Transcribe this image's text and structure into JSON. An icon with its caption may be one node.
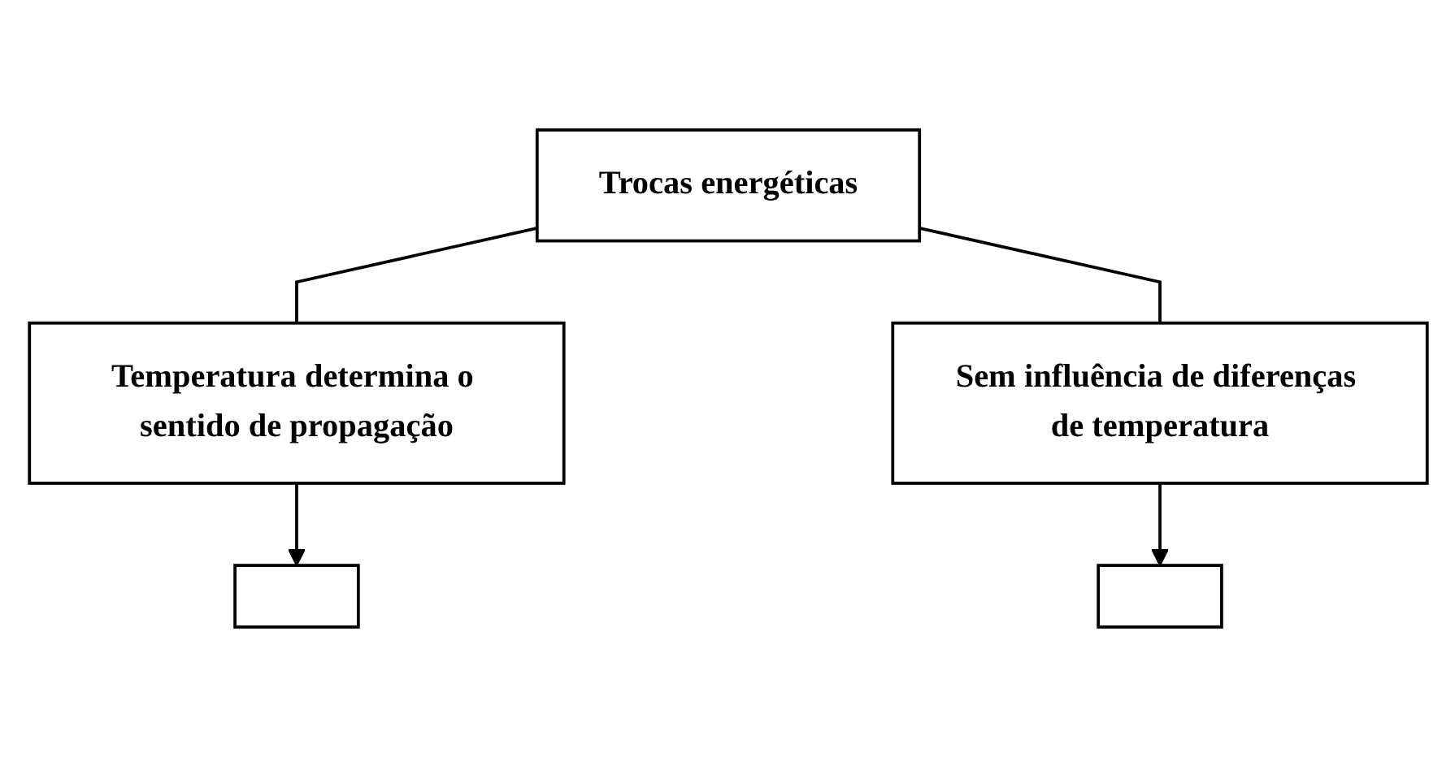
{
  "diagram": {
    "nodes": [
      {
        "text": [
          "Trocas energéticas"
        ]
      },
      {
        "text": [
          "Temperatura determina o sentido de propagação"
        ]
      },
      {
        "text": [
          "Sem influência de diferenças de temperatura"
        ]
      },
      {
        "text": [],
        "shape": "box"
      },
      {
        "text": [],
        "shape": "box"
      }
    ],
    "edges": [
      {
        "from": 0,
        "to": 1,
        "arrow": "none"
      },
      {
        "from": 0,
        "to": 2,
        "arrow": "none"
      },
      {
        "from": 1,
        "to": 3,
        "arrow": "to"
      },
      {
        "from": 2,
        "to": 4,
        "arrow": "to"
      }
    ]
  }
}
